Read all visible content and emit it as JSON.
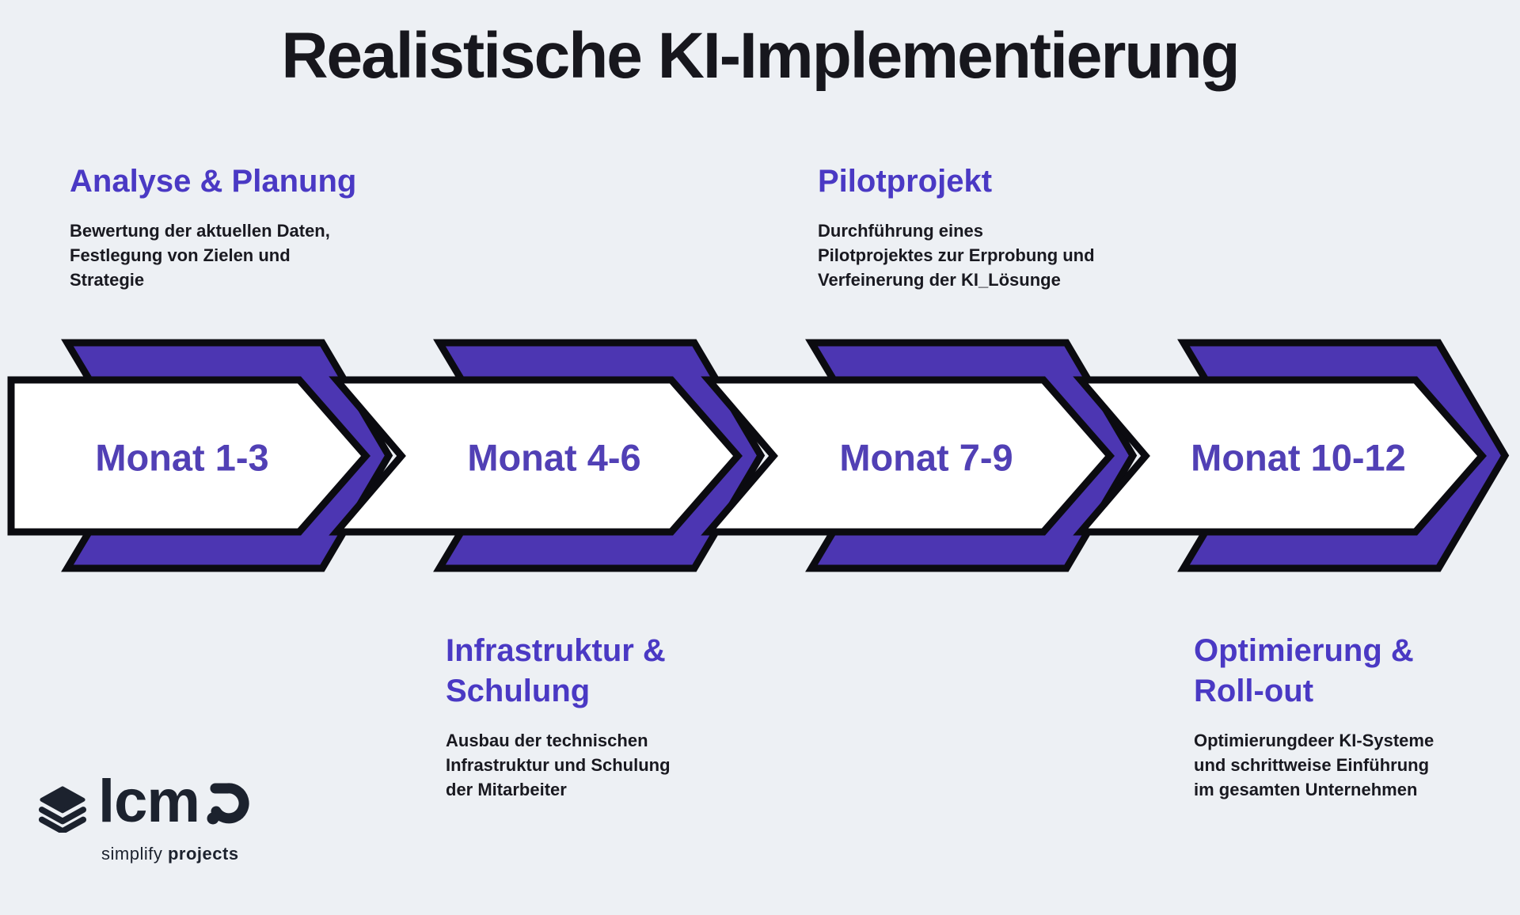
{
  "title": "Realistische KI-Implementierung",
  "phases": [
    {
      "heading": "Analyse & Planung",
      "description": "Bewertung der aktuellen Daten,\nFestlegung von Zielen und\nStrategie",
      "label": "Monat 1-3"
    },
    {
      "heading": "Infrastruktur &\nSchulung",
      "description": "Ausbau der technischen\nInfrastruktur und Schulung\nder Mitarbeiter",
      "label": "Monat 4-6"
    },
    {
      "heading": "Pilotprojekt",
      "description": "Durchführung eines\nPilotprojektes zur Erprobung und\nVerfeinerung der KI_Lösunge",
      "label": "Monat 7-9"
    },
    {
      "heading": "Optimierung &\nRoll-out",
      "description": "Optimierungdeer KI-Systeme\nund schrittweise Einführung\nim gesamten Unternehmen",
      "label": "Monat 10-12"
    }
  ],
  "logo": {
    "wordmark": "lcm",
    "tagline_regular": "simplify",
    "tagline_bold": "projects"
  },
  "colors": {
    "background": "#edf0f4",
    "chevron_purple": "#4c36b2",
    "heading_purple": "#4a39c4",
    "label_purple": "#5140b5",
    "outline_black": "#0b0b10",
    "text_dark": "#191920",
    "logo_navy": "#1c222e"
  }
}
